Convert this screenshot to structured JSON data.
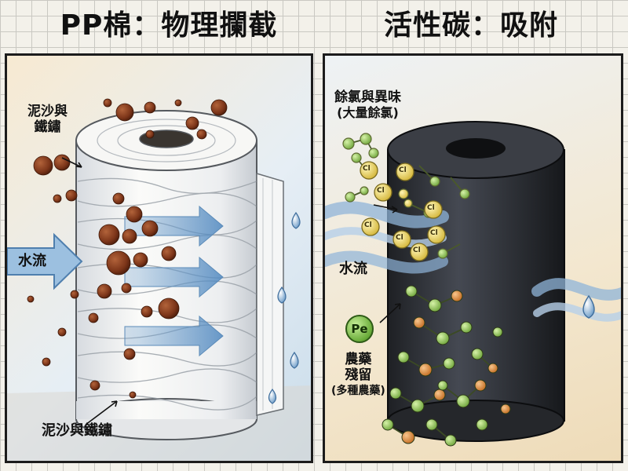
{
  "left_panel": {
    "title": "PP棉：物理攔截",
    "label_sediment_top_line1": "泥沙與",
    "label_sediment_top_line2": "鐵鏽",
    "label_water_flow": "水流",
    "label_sediment_bottom": "泥沙與鐵鏽"
  },
  "right_panel": {
    "title": "活性碳：吸附",
    "label_chlorine_line1": "餘氯與異味",
    "label_chlorine_line2": "(大量餘氯)",
    "label_water_flow": "水流",
    "pe_badge": "Pe",
    "label_pesticide_line1": "農藥",
    "label_pesticide_line2": "殘留",
    "label_pesticide_line3": "(多種農藥)",
    "cl_symbol": "Cl"
  },
  "colors": {
    "rust": "#8a3f22",
    "filter_white": "#f4f4f2",
    "carbon": "#2e3036",
    "chlorine_yellow": "#e8d36a",
    "molecule_green": "#8cc05a",
    "molecule_orange": "#d88a3c",
    "water_blue": "#7fa8cc"
  }
}
